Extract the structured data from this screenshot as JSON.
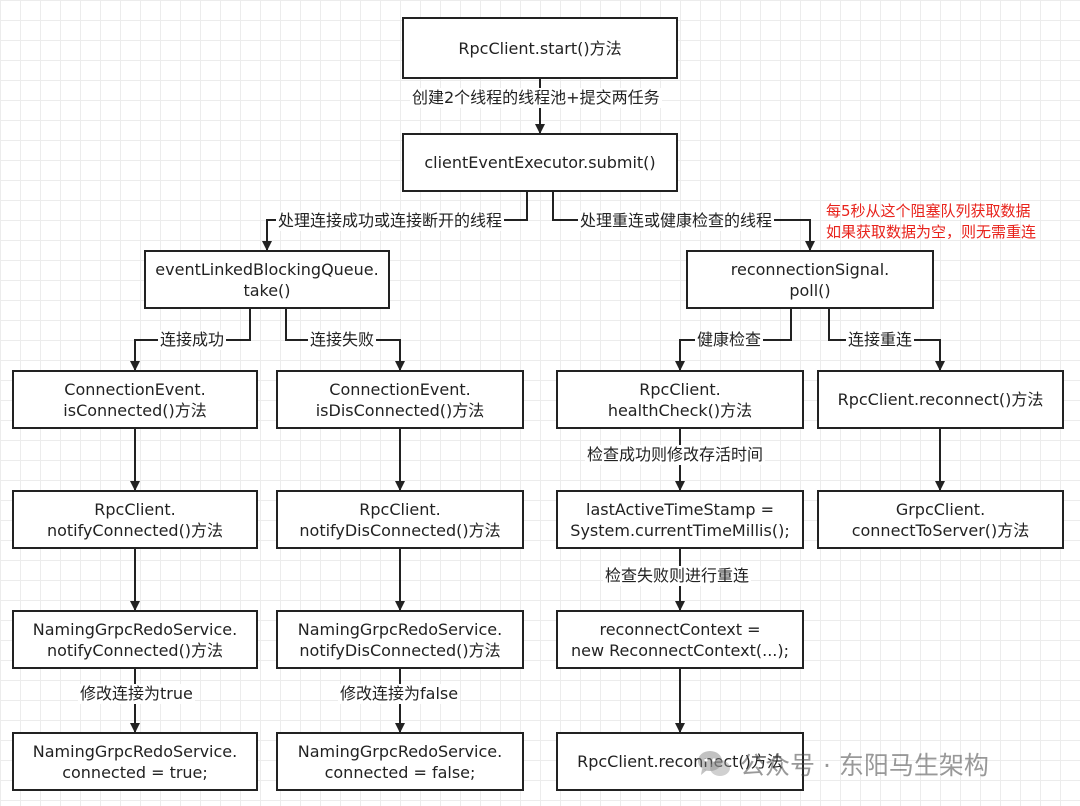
{
  "nodes": {
    "start": {
      "lines": [
        "RpcClient.start()方法"
      ]
    },
    "submit": {
      "lines": [
        "clientEventExecutor.submit()"
      ]
    },
    "take": {
      "lines": [
        "eventLinkedBlockingQueue.",
        "take()"
      ]
    },
    "poll": {
      "lines": [
        "reconnectionSignal.",
        "poll()"
      ]
    },
    "is_connected": {
      "lines": [
        "ConnectionEvent.",
        "isConnected()方法"
      ]
    },
    "is_disconnected": {
      "lines": [
        "ConnectionEvent.",
        "isDisConnected()方法"
      ]
    },
    "health_check": {
      "lines": [
        "RpcClient.",
        "healthCheck()方法"
      ]
    },
    "rpc_reconnect": {
      "lines": [
        "RpcClient.reconnect()方法"
      ]
    },
    "notify_connected": {
      "lines": [
        "RpcClient.",
        "notifyConnected()方法"
      ]
    },
    "notify_disconnected": {
      "lines": [
        "RpcClient.",
        "notifyDisConnected()方法"
      ]
    },
    "last_active": {
      "lines": [
        "lastActiveTimeStamp =",
        "System.currentTimeMillis();"
      ]
    },
    "connect_to_server": {
      "lines": [
        "GrpcClient.",
        "connectToServer()方法"
      ]
    },
    "redo_notify_connected": {
      "lines": [
        "NamingGrpcRedoService.",
        "notifyConnected()方法"
      ]
    },
    "redo_notify_disconnected": {
      "lines": [
        "NamingGrpcRedoService.",
        "notifyDisConnected()方法"
      ]
    },
    "reconnect_context": {
      "lines": [
        "reconnectContext =",
        "new ReconnectContext(...);"
      ]
    },
    "redo_connected_true": {
      "lines": [
        "NamingGrpcRedoService.",
        "connected = true;"
      ]
    },
    "redo_connected_false": {
      "lines": [
        "NamingGrpcRedoService.",
        "connected = false;"
      ]
    },
    "rpc_reconnect_2": {
      "lines": [
        "RpcClient.reconnect()方法"
      ]
    }
  },
  "labels": {
    "create_pool": "创建2个线程的线程池+提交两任务",
    "handle_connect": "处理连接成功或连接断开的线程",
    "handle_reconnect": "处理重连或健康检查的线程",
    "connect_success": "连接成功",
    "connect_fail": "连接失败",
    "health_check": "健康检查",
    "reconnect": "连接重连",
    "check_success": "检查成功则修改存活时间",
    "check_fail": "检查失败则进行重连",
    "set_true": "修改连接为true",
    "set_false": "修改连接为false"
  },
  "note": {
    "lines": [
      "每5秒从这个阻塞队列获取数据",
      "如果获取数据为空，则无需重连"
    ],
    "color": "#e8221b"
  },
  "watermark": {
    "text": "公众号 · 东阳马生架构",
    "icon": "wechat-icon"
  }
}
